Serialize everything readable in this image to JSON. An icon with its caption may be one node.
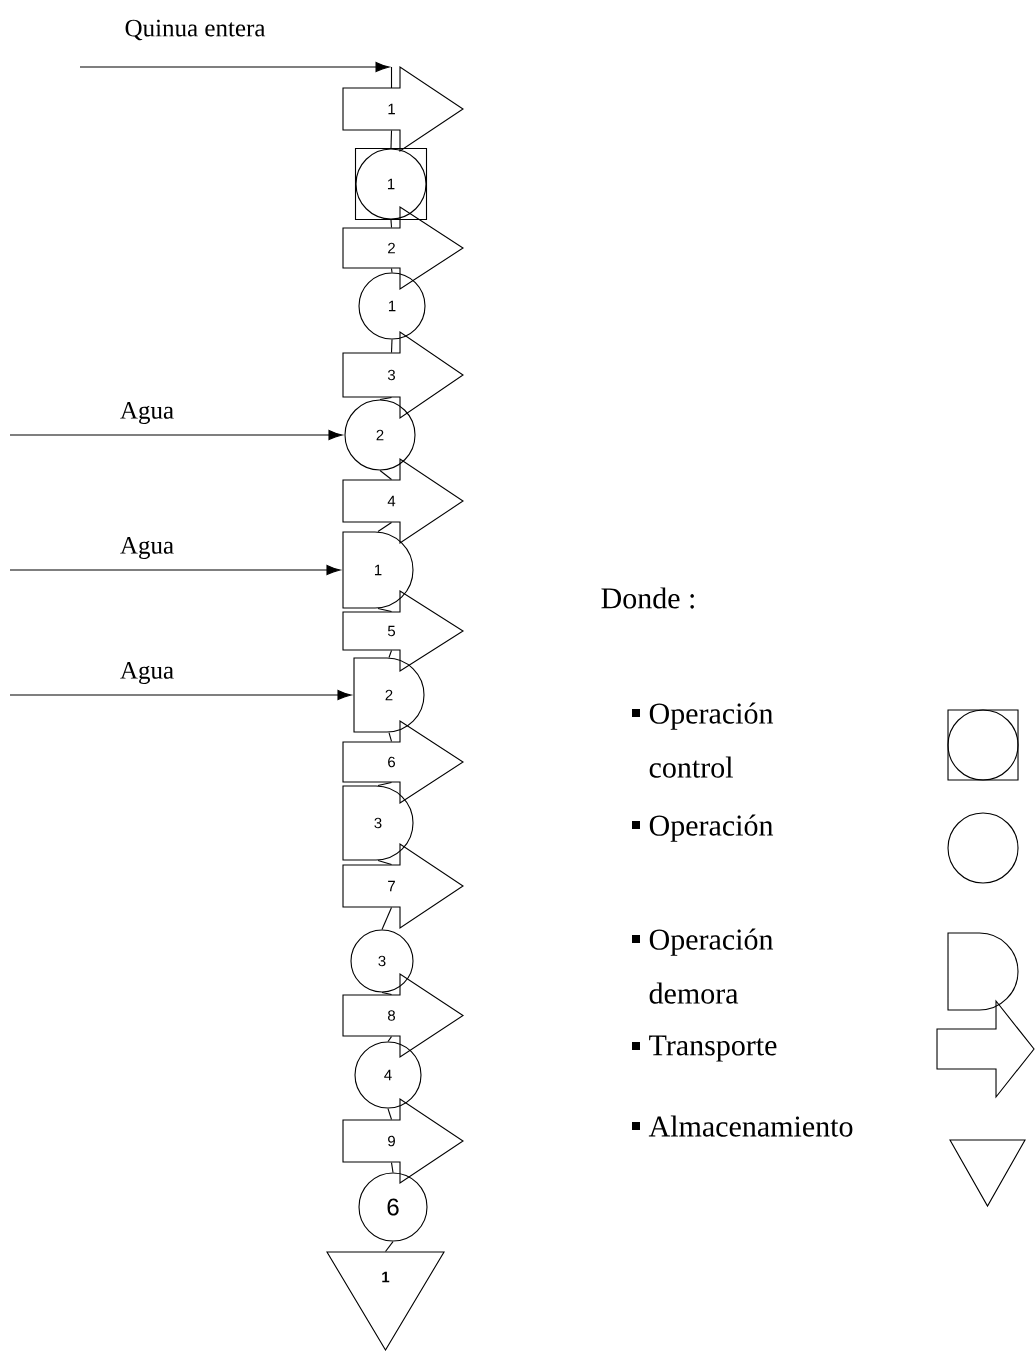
{
  "diagram": {
    "nodes": [
      {
        "text": [
          "1"
        ]
      },
      {
        "text": [
          "1"
        ]
      },
      {
        "text": [
          "2"
        ]
      },
      {
        "text": [
          "1"
        ]
      },
      {
        "text": [
          "3"
        ]
      },
      {
        "text": [
          "2"
        ]
      },
      {
        "text": [
          "4"
        ]
      },
      {
        "text": [
          "1"
        ]
      },
      {
        "text": [
          "5"
        ]
      },
      {
        "text": [
          "2"
        ]
      },
      {
        "text": [
          "6"
        ]
      },
      {
        "text": [
          "3"
        ]
      },
      {
        "text": [
          "7"
        ]
      },
      {
        "text": [
          "3"
        ]
      },
      {
        "text": [
          "8"
        ]
      },
      {
        "text": [
          "4"
        ]
      },
      {
        "text": [
          "9"
        ]
      },
      {
        "text": [
          "6"
        ]
      },
      {
        "text": [
          "1"
        ]
      }
    ],
    "edges": [
      {
        "from": null,
        "to": 0,
        "arrow": "to",
        "label": "Quinua entera"
      },
      {
        "from": null,
        "to": 5,
        "arrow": "to",
        "label": "Agua"
      },
      {
        "from": null,
        "to": 7,
        "arrow": "to",
        "label": "Agua"
      },
      {
        "from": null,
        "to": 9,
        "arrow": "to",
        "label": "Agua"
      },
      {
        "from": 0,
        "to": 1,
        "arrow": "none"
      },
      {
        "from": 1,
        "to": 2,
        "arrow": "none"
      },
      {
        "from": 2,
        "to": 3,
        "arrow": "none"
      },
      {
        "from": 3,
        "to": 4,
        "arrow": "none"
      },
      {
        "from": 4,
        "to": 5,
        "arrow": "none"
      },
      {
        "from": 5,
        "to": 6,
        "arrow": "none"
      },
      {
        "from": 6,
        "to": 7,
        "arrow": "none"
      },
      {
        "from": 7,
        "to": 8,
        "arrow": "none"
      },
      {
        "from": 8,
        "to": 9,
        "arrow": "none"
      },
      {
        "from": 9,
        "to": 10,
        "arrow": "none"
      },
      {
        "from": 10,
        "to": 11,
        "arrow": "none"
      },
      {
        "from": 11,
        "to": 12,
        "arrow": "none"
      },
      {
        "from": 12,
        "to": 13,
        "arrow": "none"
      },
      {
        "from": 13,
        "to": 14,
        "arrow": "none"
      },
      {
        "from": 14,
        "to": 15,
        "arrow": "none"
      },
      {
        "from": 15,
        "to": 16,
        "arrow": "none"
      },
      {
        "from": 16,
        "to": 17,
        "arrow": "none"
      },
      {
        "from": 17,
        "to": 18,
        "arrow": "none"
      }
    ],
    "labels": [
      "Donde :"
    ],
    "legend": [
      {
        "text": "Operación control"
      },
      {
        "text": "Operación"
      },
      {
        "text": "Operación demora"
      },
      {
        "text": "Transporte"
      },
      {
        "text": "Almacenamiento"
      }
    ]
  }
}
